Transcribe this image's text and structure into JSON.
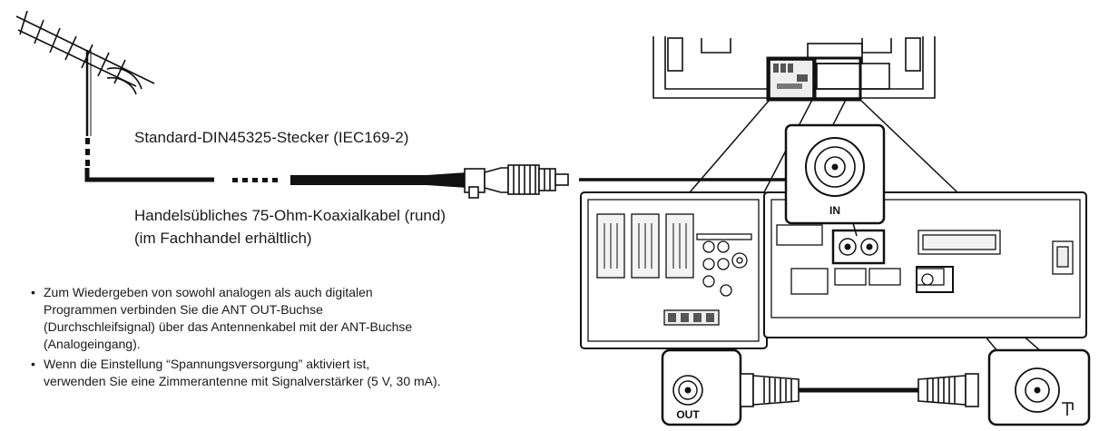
{
  "plug_label": "Standard-DIN45325-Stecker (IEC169-2)",
  "cable_label": [
    "Handelsübliches 75-Ohm-Koaxialkabel (rund)",
    "(im Fachhandel erhältlich)"
  ],
  "notes": [
    {
      "lines": [
        "Zum Wiedergeben von sowohl analogen als auch digitalen",
        "Programmen verbinden Sie die ANT OUT-Buchse",
        "(Durchschleifsignal) über das Antennenkabel mit der ANT-Buchse",
        "(Analogeingang)."
      ]
    },
    {
      "lines": [
        "Wenn die Einstellung “Spannungsversorgung” aktiviert ist,",
        "verwenden Sie eine Zimmerantenne mit Signalverstärker (5 V, 30 mA)."
      ]
    }
  ],
  "bullet_char": "•",
  "jack_in_label": "IN",
  "jack_out_label": "OUT",
  "line_color": "#111111"
}
